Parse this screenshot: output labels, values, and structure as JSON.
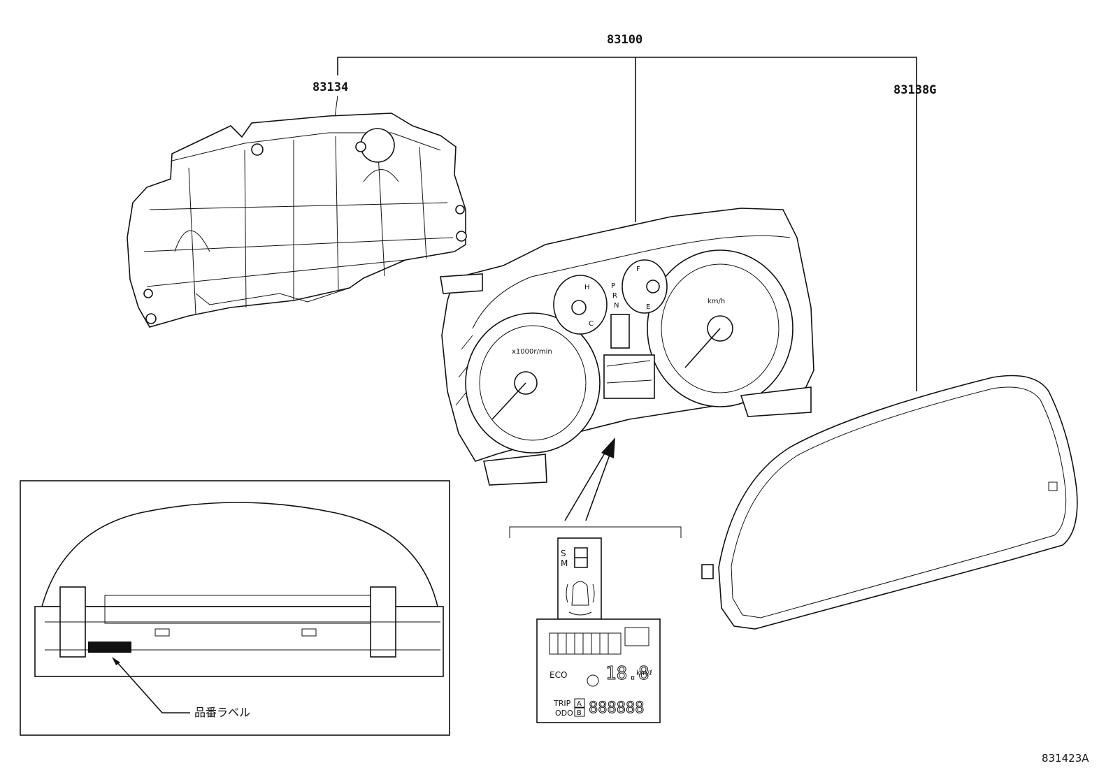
{
  "parts": {
    "assembly": "83100",
    "rear_case": "83134",
    "glass": "83138G"
  },
  "inset": {
    "label_callout": "品番ラベル"
  },
  "lcd_detail": {
    "shift_s": "S",
    "shift_m": "M",
    "eco": "ECO",
    "consumption": "18.8",
    "consumption_unit": "km/ℓ",
    "trip": "TRIP",
    "odo": "ODO",
    "trip_a": "A",
    "trip_b": "B",
    "odometer": "888888"
  },
  "gauges": {
    "speedo_unit": "km/h",
    "tacho_unit": "x1000r/min",
    "gear_p": "P",
    "gear_r": "R",
    "gear_n": "N",
    "temp_h": "H",
    "temp_c": "C",
    "fuel_f": "F",
    "fuel_e": "E"
  },
  "figure_id": "831423A"
}
